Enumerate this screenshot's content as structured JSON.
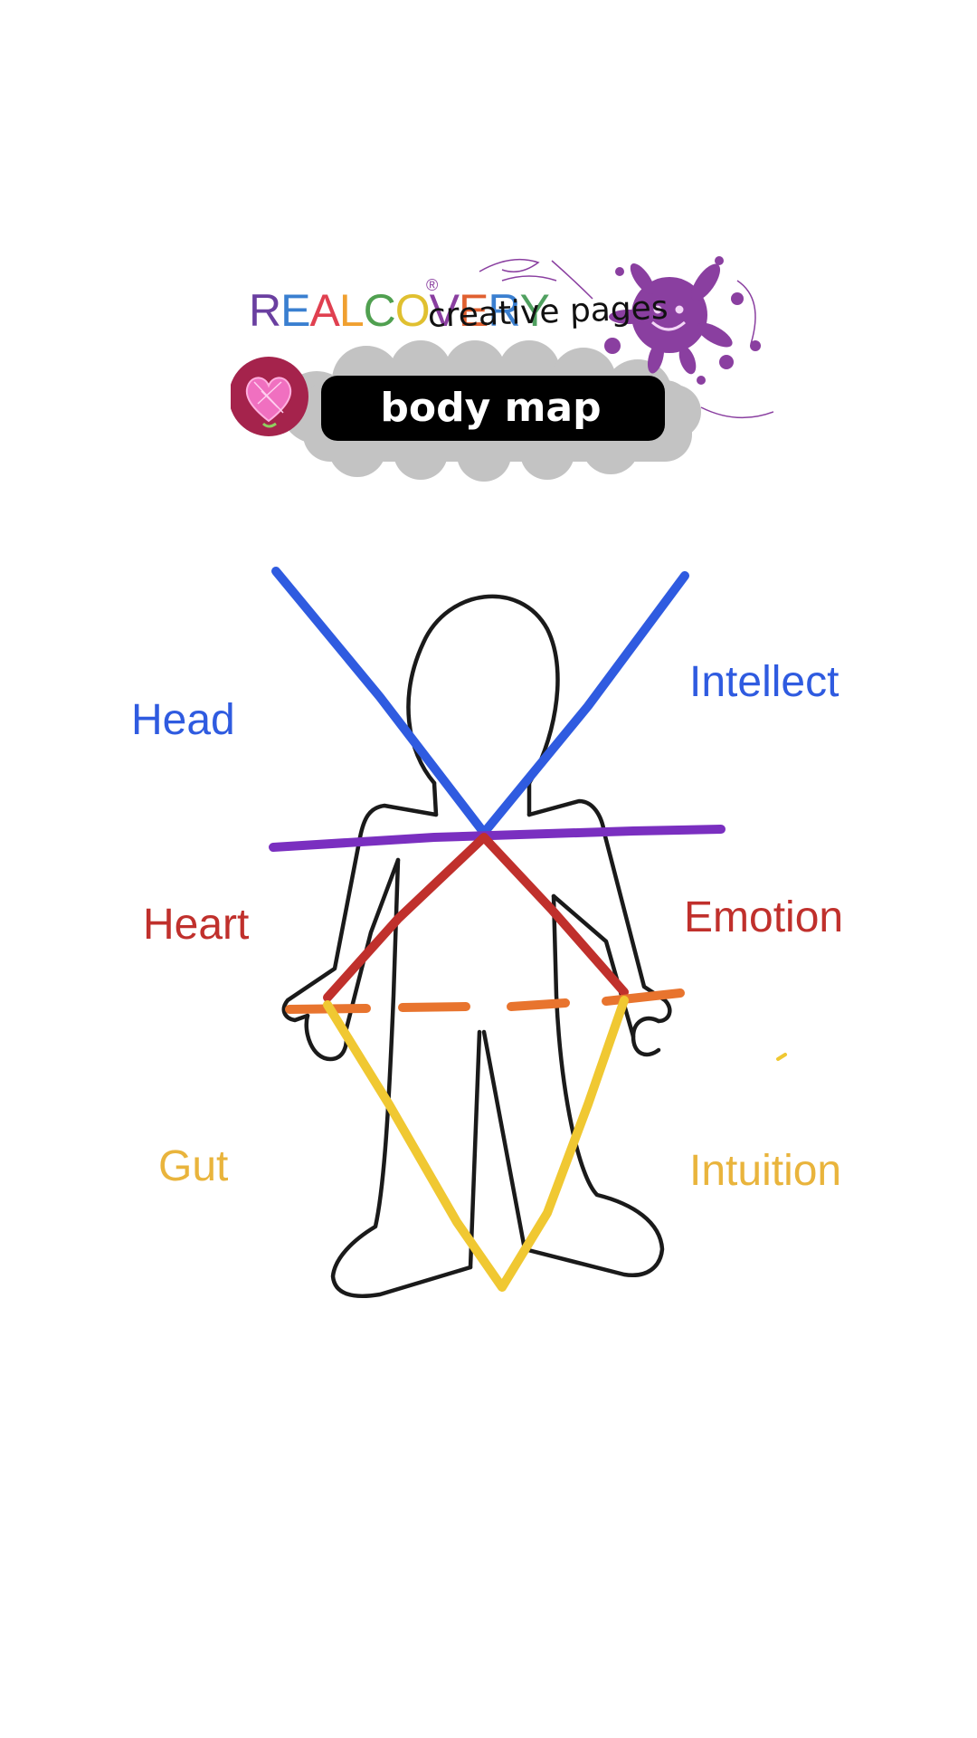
{
  "header": {
    "brand": "REALCOVERY",
    "registered_mark": "®",
    "tagline": "creative pages",
    "badge_label": "body map"
  },
  "diagram": {
    "left_labels": {
      "head": "Head",
      "heart": "Heart",
      "gut": "Gut"
    },
    "right_labels": {
      "intellect": "Intellect",
      "emotion": "Emotion",
      "intuition": "Intuition"
    }
  },
  "colors": {
    "blue": "#2f5be0",
    "purple": "#7a2fc0",
    "red": "#c0302c",
    "orange": "#e8742e",
    "yellow": "#f0c832",
    "yellow_text": "#e9b43c",
    "brand_purple": "#8a3fa0",
    "heart_circle": "#a5234c",
    "badge_black": "#000000",
    "cloud_grey": "#c3c3c3"
  }
}
